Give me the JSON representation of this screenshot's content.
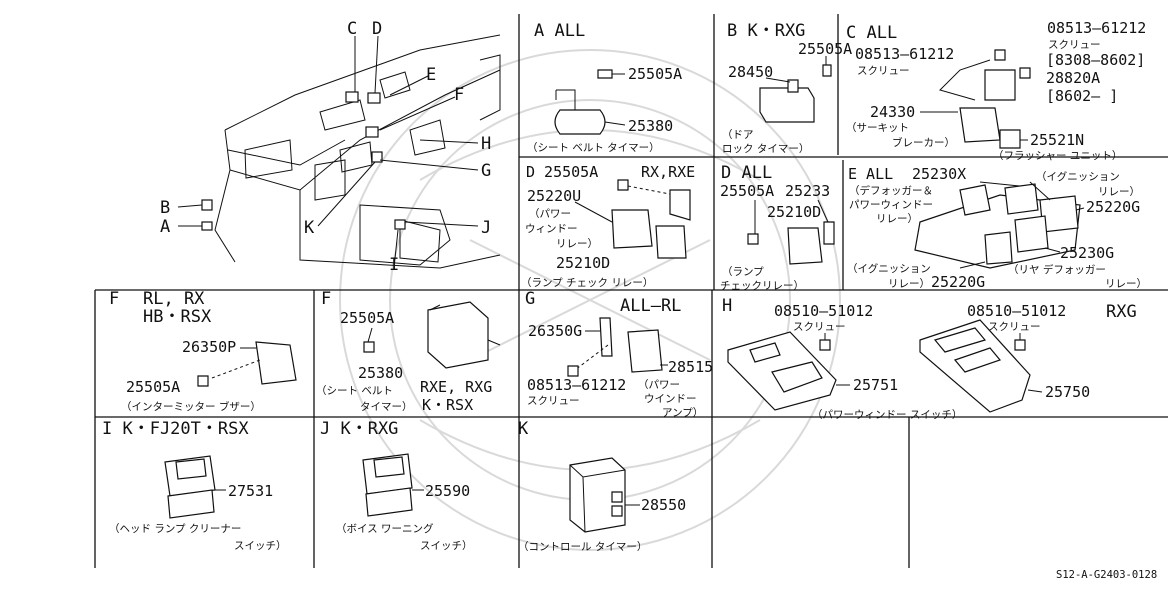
{
  "labels": {
    "ov_c": "C",
    "ov_d": "D",
    "ov_e": "E",
    "ov_f": "F",
    "ov_h": "H",
    "ov_g": "G",
    "ov_b": "B",
    "ov_a": "A",
    "ov_k": "K",
    "ov_j": "J",
    "ov_i": "I",
    "a_hdr": "A    ALL",
    "a_p1": "25505A",
    "a_p2": "25380",
    "a_c1": "（シート  ベルト  タイマー）",
    "b_hdr": "B   K・RXG",
    "b_p1": "25505A",
    "b_p2": "28450",
    "b_c1": "（ドア",
    "b_c2": "ロック  タイマー）",
    "c_hdr": "C ALL",
    "c_p1": "08513—61212",
    "c_s1": "スクリュー",
    "c_p2": "08513—61212",
    "c_s2": "スクリュー",
    "c_r1": "[8308—8602]",
    "c_p3": "28820A",
    "c_r2": "[8602—     ]",
    "c_p4": "24330",
    "c_c1": "（サーキット",
    "c_c2": "ブレーカー）",
    "c_p5": "25521N",
    "c_c3": "（フラッシャー  ユニット）",
    "d1_hdr": "D 25505A",
    "d1_hdr2": "RX,RXE",
    "d1_p1": "25220U",
    "d1_c1": "（パワー",
    "d1_c2": "ウィンドー",
    "d1_c3": "リレー）",
    "d1_p2": "25210D",
    "d1_c4": "（ランプ  チェック  リレー）",
    "d2_hdr": "D   ALL",
    "d2_p1": "25505A",
    "d2_p2": "25233",
    "d2_p3": "25210D",
    "d2_c1": "（ランプ",
    "d2_c2": "チェックリレー）",
    "e_hdr": "E ALL",
    "e_p1": "25230X",
    "e_c1": "（デフォッガー＆",
    "e_c2": "パワーウィンドー",
    "e_c3": "リレー）",
    "e_c4": "（イグニッション",
    "e_c5": "リレー）",
    "e_p2": "25220G",
    "e_p3": "25230G",
    "e_c6": "（リヤ  デフォッガー",
    "e_c7": "リレー）",
    "e_c8": "（イグニッション",
    "e_c9": "リレー）",
    "e_p4": "25220G",
    "f1_hdr": "F",
    "f1_m1": "RL, RX",
    "f1_m2": "HB・RSX",
    "f1_p1": "26350P",
    "f1_p2": "25505A",
    "f1_c1": "（インターミッター  ブザー）",
    "f2_hdr": "F",
    "f2_p1": "25505A",
    "f2_p2": "25380",
    "f2_c1": "（シート  ベルト",
    "f2_c2": "タイマー）",
    "f2_m1": "RXE, RXG",
    "f2_m2": "K・RSX",
    "g_hdr": "G",
    "g_m1": "ALL—RL",
    "g_p1": "26350G",
    "g_p2": "28515",
    "g_p3": "08513—61212",
    "g_s1": "スクリュー",
    "g_c1": "（パワー",
    "g_c2": "ウインドー",
    "g_c3": "アンプ）",
    "h_hdr": "H",
    "h_p1": "08510—51012",
    "h_s1": "スクリュー",
    "h_p2": "08510—51012",
    "h_s2": "スクリュー",
    "h_m1": "RXG",
    "h_p3": "25751",
    "h_p4": "25750",
    "h_c1": "（パワーウィンドー    スイッチ）",
    "i_hdr": "I   K・FJ20T・RSX",
    "i_p1": "27531",
    "i_c1": "（ヘッド  ランプ  クリーナー",
    "i_c2": "スイッチ）",
    "j_hdr": "J   K・RXG",
    "j_p1": "25590",
    "j_c1": "（ボイス  ワーニング",
    "j_c2": "スイッチ）",
    "k_hdr": "K",
    "k_p1": "28550",
    "k_c1": "（コントロール  タイマー）",
    "ref": "S12-A-G2403-0128"
  }
}
